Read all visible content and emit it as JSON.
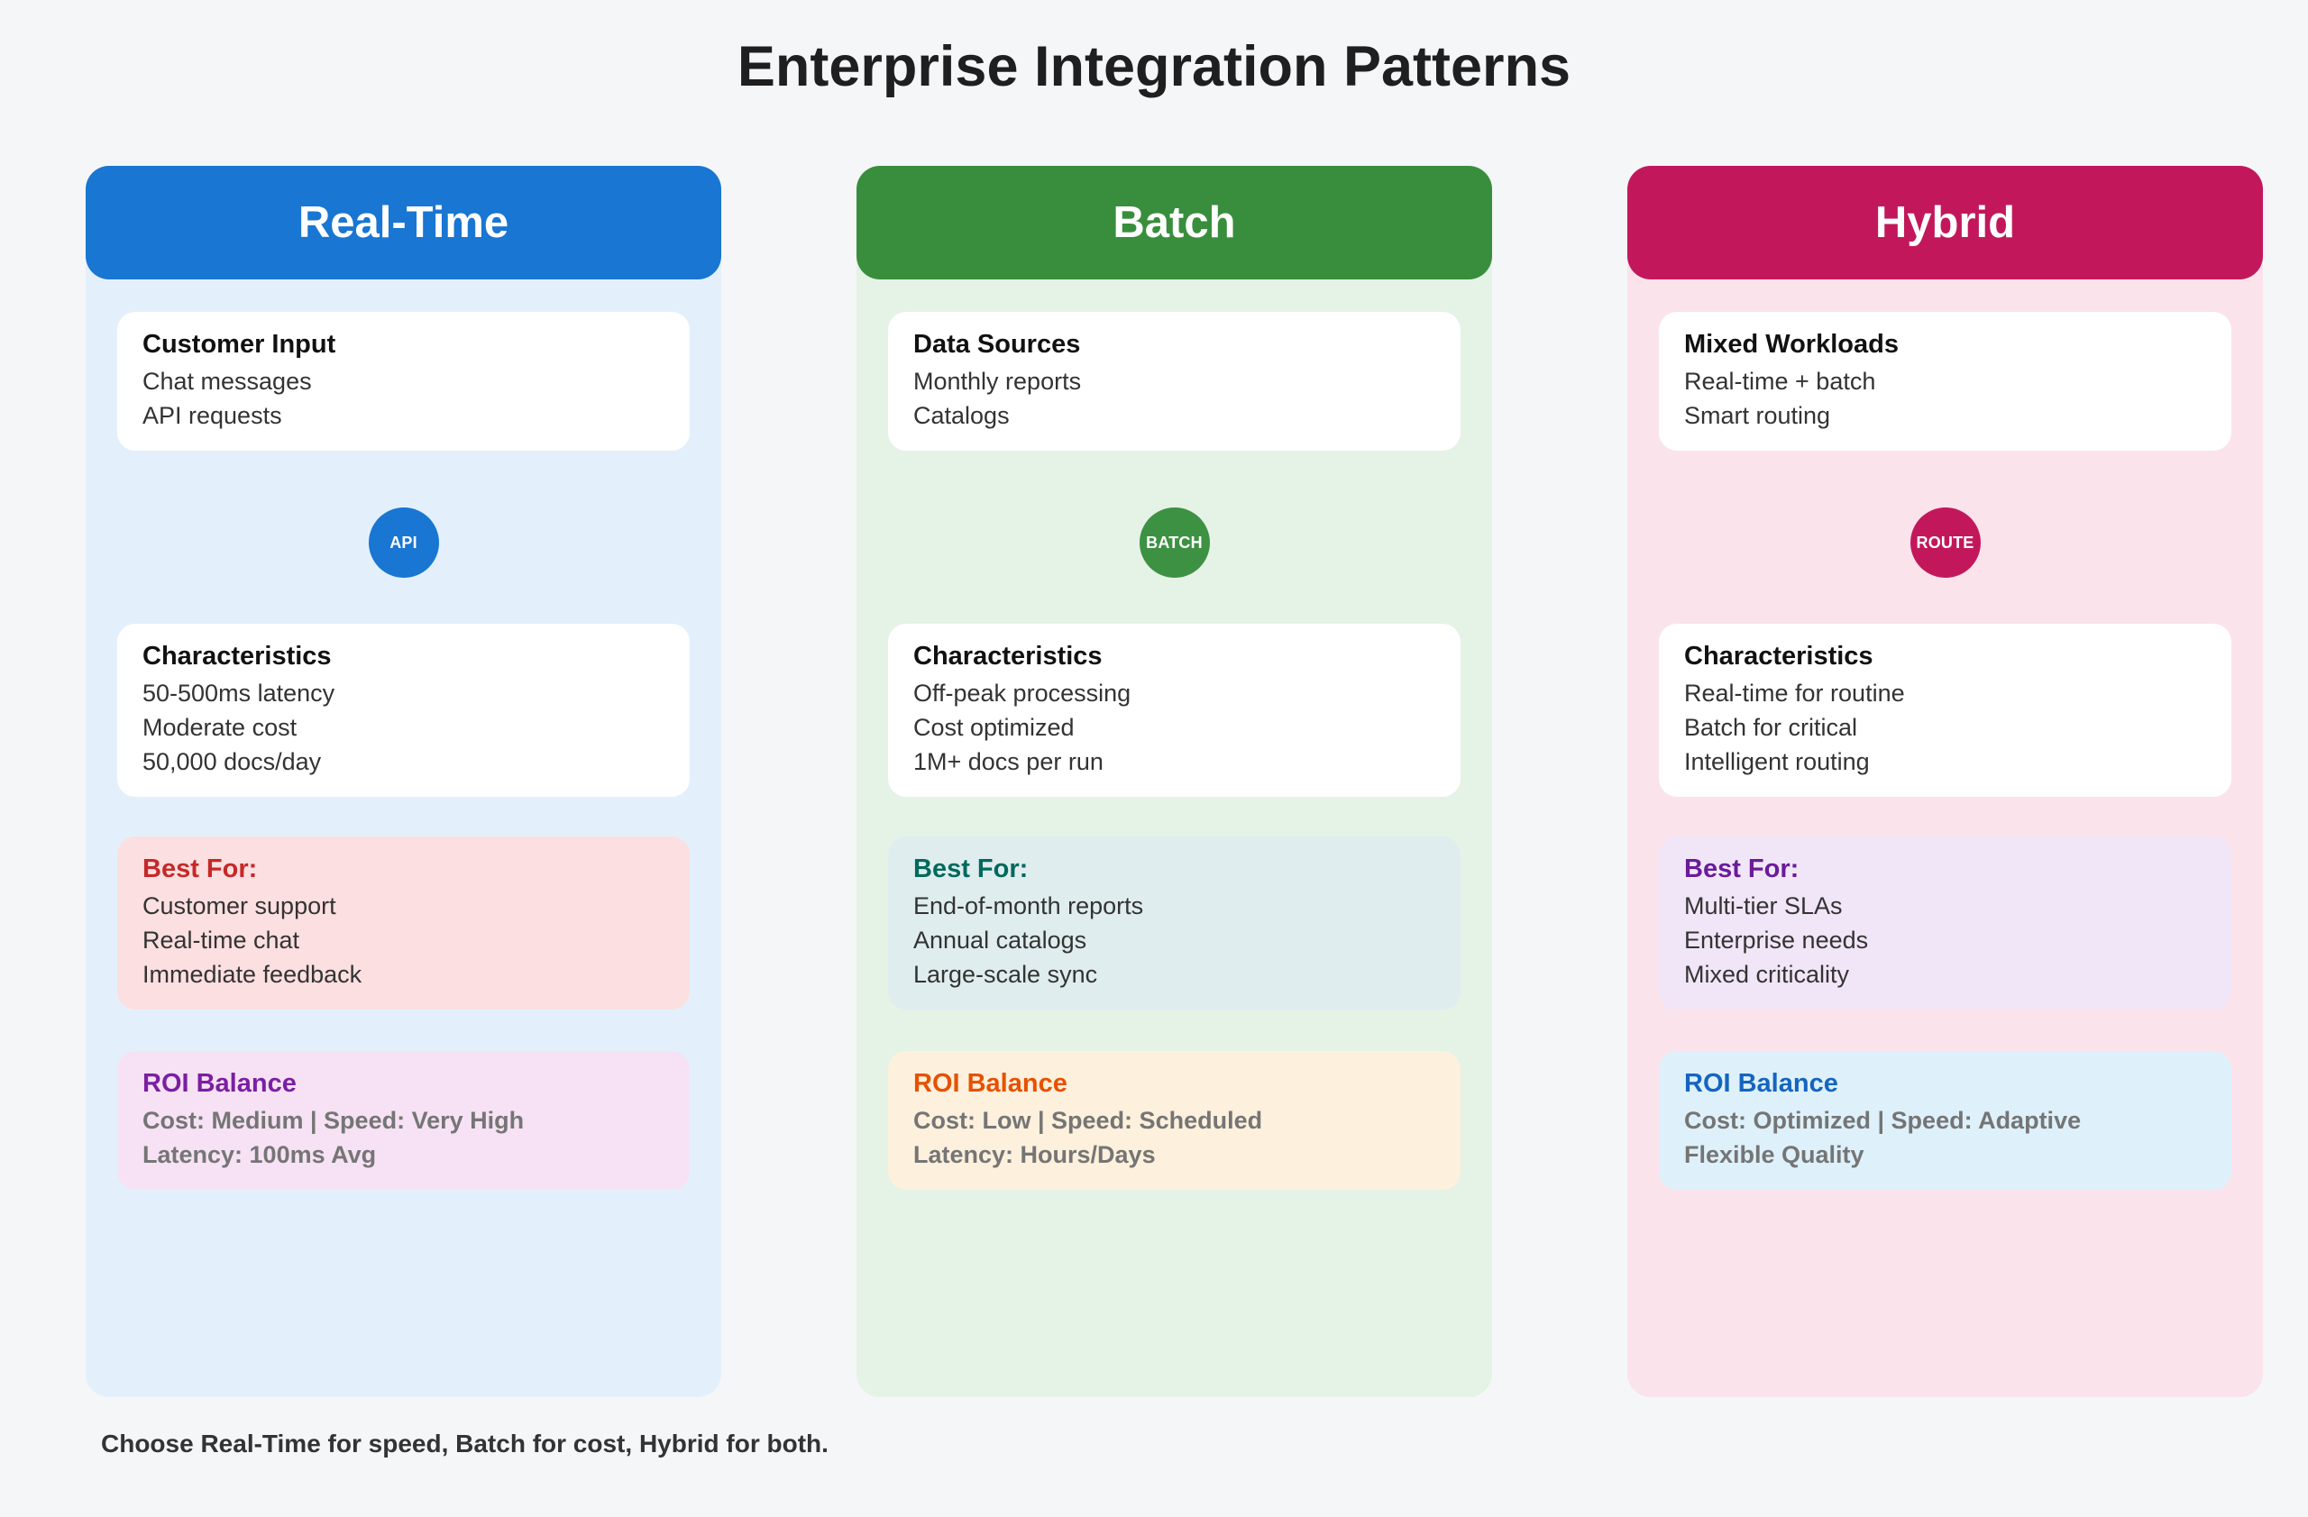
{
  "title": "Enterprise Integration Patterns",
  "footer": "Choose Real-Time for speed, Batch for cost, Hybrid for both.",
  "columns": [
    {
      "header": "Real-Time",
      "colors": {
        "header_bg": "#1976d2",
        "panel_bg": "#e3f0fc"
      },
      "badge": {
        "label": "API",
        "color": "#1976d2"
      },
      "input": {
        "title": "Customer Input",
        "lines": [
          "Chat messages",
          "API requests"
        ]
      },
      "characteristics": {
        "title": "Characteristics",
        "lines": [
          "50-500ms latency",
          "Moderate cost",
          "50,000 docs/day"
        ]
      },
      "best_for": {
        "title": "Best For:",
        "title_color": "#c62828",
        "bg": "#fcdfe0",
        "lines": [
          "Customer support",
          "Real-time chat",
          "Immediate feedback"
        ]
      },
      "roi": {
        "title": "ROI Balance",
        "title_color": "#7b1fa2",
        "bg": "#f6e2f4",
        "lines": [
          "Cost: Medium | Speed: Very High",
          "Latency: 100ms Avg"
        ]
      }
    },
    {
      "header": "Batch",
      "colors": {
        "header_bg": "#388e3c",
        "panel_bg": "#e5f2e6"
      },
      "badge": {
        "label": "BATCH",
        "color": "#3d9142"
      },
      "input": {
        "title": "Data Sources",
        "lines": [
          "Monthly reports",
          "Catalogs"
        ]
      },
      "characteristics": {
        "title": "Characteristics",
        "lines": [
          "Off-peak processing",
          "Cost optimized",
          "1M+ docs per run"
        ]
      },
      "best_for": {
        "title": "Best For:",
        "title_color": "#00695c",
        "bg": "#dfedef",
        "lines": [
          "End-of-month reports",
          "Annual catalogs",
          "Large-scale sync"
        ]
      },
      "roi": {
        "title": "ROI Balance",
        "title_color": "#e65100",
        "bg": "#fdf0dc",
        "lines": [
          "Cost: Low | Speed: Scheduled",
          "Latency: Hours/Days"
        ]
      }
    },
    {
      "header": "Hybrid",
      "colors": {
        "header_bg": "#c2185b",
        "panel_bg": "#fbe3eb"
      },
      "badge": {
        "label": "ROUTE",
        "color": "#c2185b"
      },
      "input": {
        "title": "Mixed Workloads",
        "lines": [
          "Real-time + batch",
          "Smart routing"
        ]
      },
      "characteristics": {
        "title": "Characteristics",
        "lines": [
          "Real-time for routine",
          "Batch for critical",
          "Intelligent routing"
        ]
      },
      "best_for": {
        "title": "Best For:",
        "title_color": "#6a1b9a",
        "bg": "#f1e6f7",
        "lines": [
          "Multi-tier SLAs",
          "Enterprise needs",
          "Mixed criticality"
        ]
      },
      "roi": {
        "title": "ROI Balance",
        "title_color": "#1565c0",
        "bg": "#def1fb",
        "lines": [
          "Cost: Optimized | Speed: Adaptive",
          "Flexible Quality"
        ]
      }
    }
  ]
}
